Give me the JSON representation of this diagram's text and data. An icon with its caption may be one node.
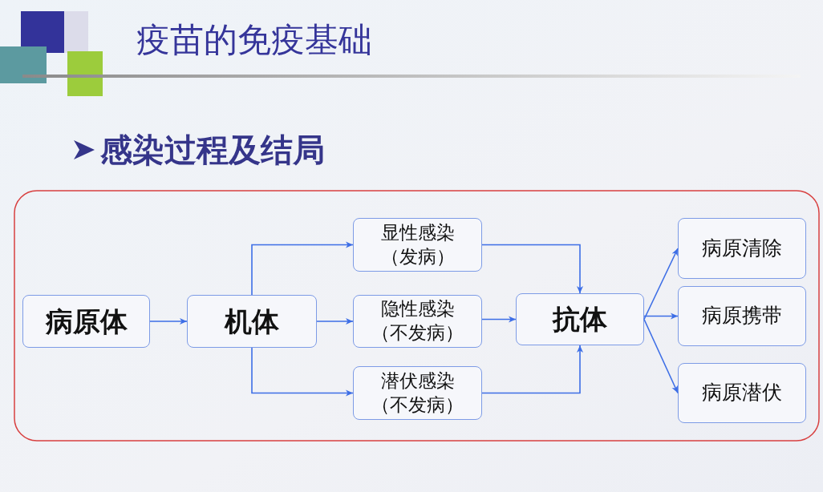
{
  "diagram": {
    "title": "疫苗的免疫基础",
    "nodes": [
      {
        "text": [
          "病原体"
        ]
      },
      {
        "text": [
          "机体"
        ]
      },
      {
        "text": [
          "显性感染（发病）"
        ]
      },
      {
        "text": [
          "隐性感染（不发病）"
        ]
      },
      {
        "text": [
          "潜伏感染（不发病）"
        ]
      },
      {
        "text": [
          "抗体"
        ]
      },
      {
        "text": [
          "病原清除"
        ]
      },
      {
        "text": [
          "病原携带"
        ]
      },
      {
        "text": [
          "病原潜伏"
        ]
      }
    ],
    "edges": [
      {
        "from": 0,
        "to": 1,
        "arrow": "to"
      },
      {
        "from": 1,
        "to": 2,
        "arrow": "to"
      },
      {
        "from": 1,
        "to": 3,
        "arrow": "to"
      },
      {
        "from": 1,
        "to": 4,
        "arrow": "to"
      },
      {
        "from": 2,
        "to": 5,
        "arrow": "to"
      },
      {
        "from": 3,
        "to": 5,
        "arrow": "to"
      },
      {
        "from": 4,
        "to": 5,
        "arrow": "to"
      },
      {
        "from": 5,
        "to": 6,
        "arrow": "to"
      },
      {
        "from": 5,
        "to": 7,
        "arrow": "to"
      },
      {
        "from": 5,
        "to": 8,
        "arrow": "to"
      }
    ],
    "labels": [
      "感染过程及结局"
    ]
  }
}
